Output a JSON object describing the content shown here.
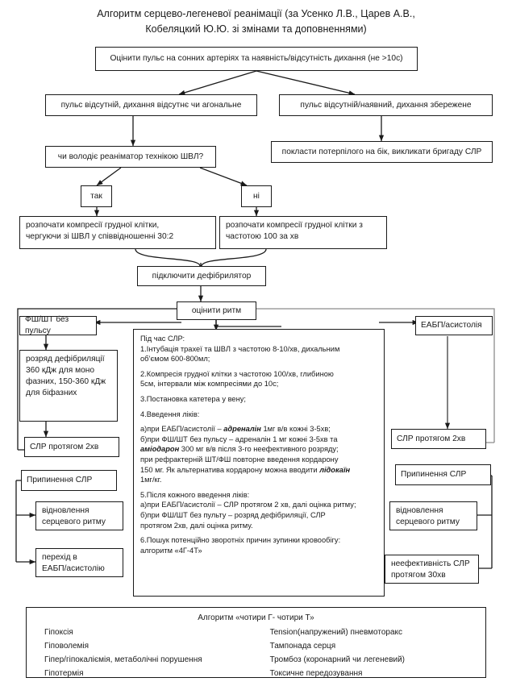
{
  "title": {
    "line1": "Алгоритм серцево-легеневої реанімації (за Усенко Л.В., Царев А.В.,",
    "line2": "Кобеляцкий Ю.Ю. зі змінами та доповненнями)"
  },
  "nodes": {
    "assess": "Оцінити пульс на сонних артеріях та наявність/відсутність дихання (не >10с)",
    "no_pulse_no_breath": "пульс відсутній, дихання відсутнє чи агональне",
    "pulse_breath_ok": "пульс  відсутній/наявний, дихання збережене",
    "knows_ventilation": "чи володіє реаніматор технікою ШВЛ?",
    "recovery_position": "покласти потерпілого на бік, викликати бригаду СЛР",
    "yes": "так",
    "no": "ні",
    "compressions_with_vent_l1": "розпочати компресії грудної клітки,",
    "compressions_with_vent_l2": "чергуючи зі ШВЛ у співвідношенні 30:2",
    "compressions_only_l1": "розпочати компресії грудної клітки з",
    "compressions_only_l2": "частотою 100 за хв",
    "attach_defib": "підключити дефібрилятор",
    "assess_rhythm": "оцінити ритм",
    "vf_vt": "ФШ/ШТ без пульсу",
    "pea_asystole": "ЕАБП/асистолія",
    "shock_l1": "розряд дефібриляції",
    "shock_l2": "360 кДж для моно",
    "shock_l3": "фазних, 150-360 кДж",
    "shock_l4": "для біфазних",
    "cpr_2min_left": "СЛР протягом 2хв",
    "cpr_2min_right": "СЛР протягом 2хв",
    "stop_cpr_left": "Припинення СЛР",
    "stop_cpr_right": "Припинення СЛР",
    "rosc_left_l1": "відновлення",
    "rosc_left_l2": "серцевого ритму",
    "rosc_right_l1": "відновлення",
    "rosc_right_l2": "серцевого ритму",
    "to_pea_l1": "перехід в",
    "to_pea_l2": "ЕАБП/асистолію",
    "ineffective_l1": "неефективність СЛР",
    "ineffective_l2": "протягом 30хв"
  },
  "note": {
    "heading": "Під час СЛР:",
    "i1a": "1.Інтубація  трахеї та ШВЛ з частотою 8-10/хв, дихальним",
    "i1b": "об’ємом 600-800мл;",
    "i2a": "2.Компресія грудної клітки з частотою 100/хв, глибиною",
    "i2b": "5см, інтервали між компресіями до 10с;",
    "i3": "3.Постановка катетера у вену;",
    "i4": "4.Введення ліків:",
    "i4a_pre": "а)при ЕАБП/асистолії – ",
    "i4a_bold": "адреналін",
    "i4a_post": " 1мг в/в кожні 3-5хв;",
    "i4b": "б)при ФШ/ШТ без пульсу – адреналін 1 мг кожні 3-5хв та",
    "i4c_bold": "аміодарон",
    "i4c_post": " 300 мг в/в після 3-го неефективного розряду;",
    "i4d": "при рефрактерній ШТ/ФШ повторне введення кордарону",
    "i4e_pre": "150 мг. Як альтернатива кордарону можна вводити ",
    "i4e_bold": "лідокаїн",
    "i4f": "1мг/кг.",
    "i5": "5.Після кожного введення ліків:",
    "i5a": "а)при ЕАБП/асистолії – СЛР протягом 2 хв, далі оцінка ритму;",
    "i5b": "б)при ФШ/ШТ без пульту – розряд дефібриляції, СЛР",
    "i5c": "протягом 2хв, далі оцінка ритму.",
    "i6a": "6.Пошук потенційно зворотніх причин зупинки кровообігу:",
    "i6b": "алгоритм «4Г-4Т»"
  },
  "four_table": {
    "heading": "Алгоритм «чотири Г- чотири Т»",
    "left": [
      "Гіпоксія",
      "Гіповолемія",
      "Гіпер/гіпокаліємія, метаболічні порушення",
      "Гіпотермія"
    ],
    "right": [
      "Tension(напружений) пневмоторакс",
      "Тампонада серця",
      "Тромбоз (коронарний чи легеневий)",
      "Токсичне передозування"
    ]
  },
  "colors": {
    "stroke": "#1a1a1a",
    "stroke_gray": "#8c8c8c",
    "background": "#ffffff"
  }
}
